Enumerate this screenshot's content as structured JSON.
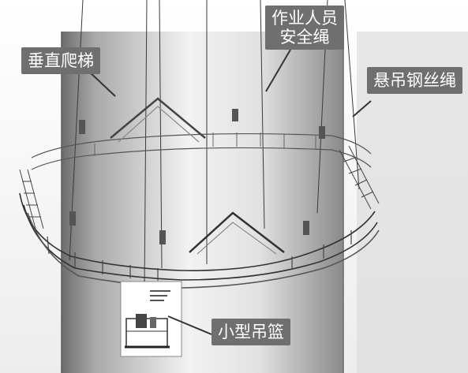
{
  "labels": {
    "vertical_ladder": "垂直爬梯",
    "worker_safety_rope_line1": "作业人员",
    "worker_safety_rope_line2": "安全绳",
    "suspension_wire_rope": "悬吊钢丝绳",
    "small_basket": "小型吊篮"
  },
  "colors": {
    "tower_dark": "#7d7d7d",
    "tower_light": "#f4f4f4",
    "label_bg": "#6f6f6f",
    "label_text": "#ffffff",
    "platform_line": "#444444"
  }
}
